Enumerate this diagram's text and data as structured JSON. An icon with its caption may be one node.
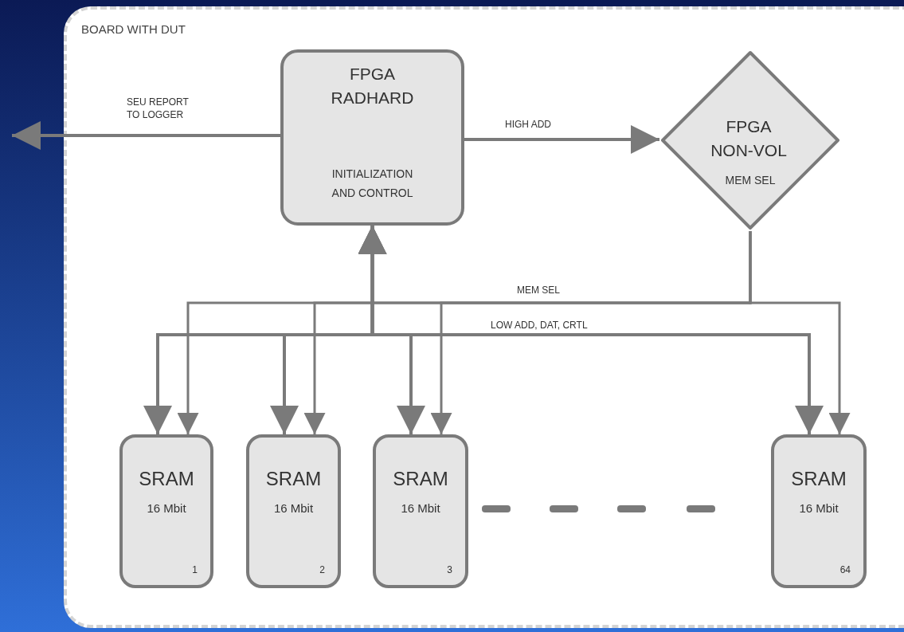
{
  "diagram": {
    "nodes": [
      {
        "text": [
          "BOARD WITH DUT"
        ]
      },
      {
        "text": [
          "FPGA RADHARD",
          "INITIALIZATION AND CONTROL"
        ],
        "in": 0
      },
      {
        "text": [
          "FPGA NON-VOL",
          "MEM SEL"
        ],
        "in": 0
      },
      {
        "text": [
          "SRAM",
          "16 Mbit",
          "1"
        ],
        "in": 0
      },
      {
        "text": [
          "SRAM",
          "16 Mbit",
          "2"
        ],
        "in": 0
      },
      {
        "text": [
          "SRAM",
          "16 Mbit",
          "3"
        ],
        "in": 0
      },
      {
        "text": [
          "SRAM",
          "16 Mbit",
          "64"
        ],
        "in": 0
      }
    ],
    "edges": [
      {
        "from": 1,
        "to": null,
        "arrow": "to",
        "label": "SEU REPORT TO LOGGER"
      },
      {
        "from": 1,
        "to": 2,
        "arrow": "to",
        "label": "HIGH ADD"
      },
      {
        "from": 2,
        "to": 3,
        "arrow": "to",
        "label": "MEM SEL"
      },
      {
        "from": 2,
        "to": 4,
        "arrow": "to"
      },
      {
        "from": 2,
        "to": 5,
        "arrow": "to"
      },
      {
        "from": 2,
        "to": 6,
        "arrow": "to"
      },
      {
        "from": 1,
        "to": 3,
        "arrow": "both"
      },
      {
        "from": 1,
        "to": 4,
        "arrow": "both"
      },
      {
        "from": 1,
        "to": 5,
        "arrow": "both"
      },
      {
        "from": 1,
        "to": 6,
        "arrow": "both",
        "label": "LOW ADD, DAT, CRTL"
      }
    ]
  }
}
